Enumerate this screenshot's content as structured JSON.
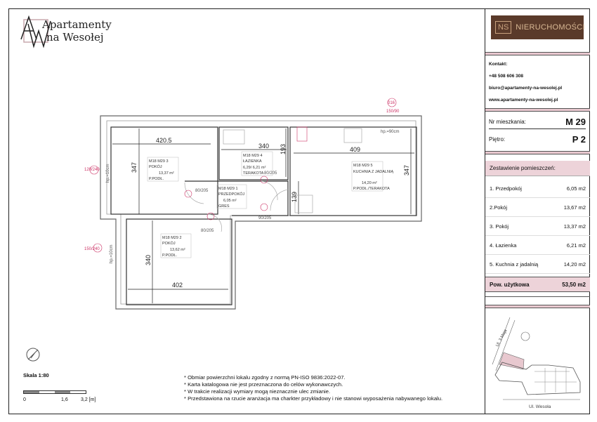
{
  "logo": {
    "initials": "AW",
    "line1": "Apartamenty",
    "line2": "na Wesołej"
  },
  "brand": {
    "initials": "NS",
    "name": "NIERUCHOMOŚCI",
    "color": "#5a3a2a"
  },
  "contact": {
    "label": "Kontakt:",
    "phone": "+48 508 606 308",
    "email": "biuro@apartamenty-na-wesolej.pl",
    "website": "www.apartamenty-na-wesolej.pl"
  },
  "apartment": {
    "number_label": "Nr mieszkania:",
    "number": "M 29",
    "floor_label": "Piętro:",
    "floor": "P 2"
  },
  "rooms_summary": {
    "title": "Zestawienie pomieszczeń:",
    "rooms": [
      {
        "name": "1. Przedpokój",
        "area": "6,05 m2"
      },
      {
        "name": "2.Pokój",
        "area": "13,67 m2"
      },
      {
        "name": "3. Pokój",
        "area": "13,37 m2"
      },
      {
        "name": "4. Łazienka",
        "area": "6,21 m2"
      },
      {
        "name": "5. Kuchnia z jadalnią",
        "area": "14,20 m2"
      }
    ],
    "total_label": "Pow. użytkowa",
    "total": "53,50 m2"
  },
  "site_map": {
    "street1": "Ul. 3 Maja",
    "street2": "Ul. Wesoła"
  },
  "scale": {
    "label": "Skala 1:80",
    "ticks": [
      "0",
      "1,6",
      "3,2 [m]"
    ]
  },
  "notes": [
    "* Obmiar powierzchni lokalu zgodny z normą PN-ISO 9836:2022-07.",
    "* Karta katalogowa nie jest przeznaczona do celów wykonawczych.",
    "* W trakcie realizacji wymiary mogą nieznacznie ulec zmianie.",
    "* Przedstawiona na rzucie aranżacja ma charkter przykładowy i nie stanowi wyposażenia nabywanego lokalu."
  ],
  "plan": {
    "rooms": [
      {
        "code": "M18 M29  3",
        "name": "POKÓJ",
        "area": "13,37 m²",
        "floor": "P.PODŁ."
      },
      {
        "code": "M18 M29  4",
        "name": "ŁAZIENKA",
        "area": "6,29/ 6,21 m²",
        "floor": "TERAKOTA"
      },
      {
        "code": "M18 M29  1",
        "name": "PRZEDPOKÓJ",
        "area": "6,05 m²",
        "floor": "GRES"
      },
      {
        "code": "M18 M29  5",
        "name": "KUCHNIA Z JADALNIĄ",
        "area": "14,20 m²",
        "floor": "P.PODŁ./TERAKOTA"
      },
      {
        "code": "M18 M29  2",
        "name": "POKÓJ",
        "area": "13,62 m²",
        "floor": "P.PODŁ."
      }
    ],
    "dimensions": [
      "420.5",
      "347",
      "340",
      "193",
      "409",
      "347",
      "139",
      "340",
      "402"
    ],
    "doors": [
      "80/205",
      "80/205",
      "90/205",
      "80/205"
    ],
    "windows": [
      {
        "id": "01",
        "size": "120/240",
        "sill": "hp.=10cm"
      },
      {
        "id": "03",
        "size": "150/240",
        "sill": "hp.=10cm"
      },
      {
        "id": "016",
        "size": "150/90",
        "sill": "hp.=90cm"
      }
    ]
  }
}
